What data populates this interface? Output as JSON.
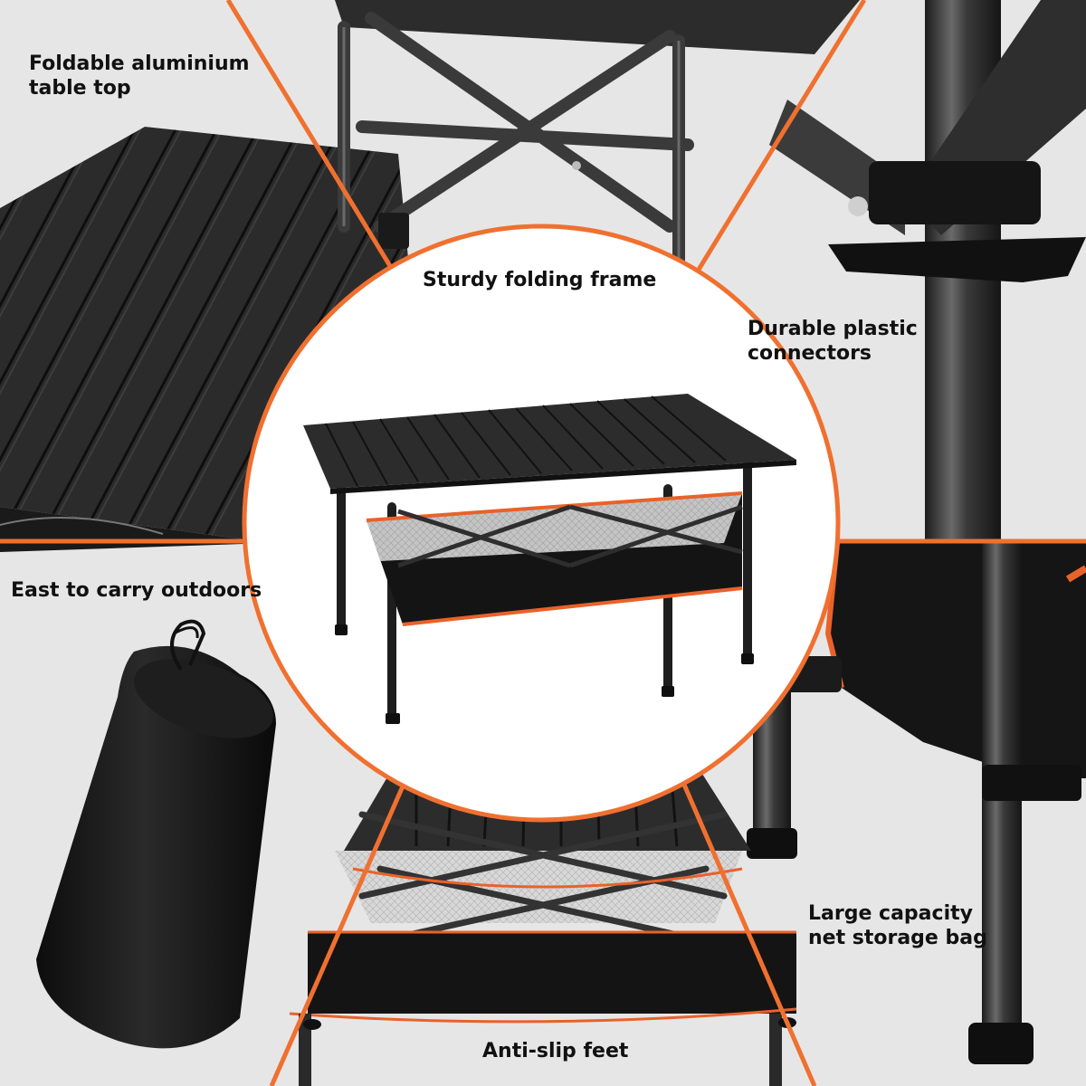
{
  "features": {
    "table_top": "Foldable aluminium table top",
    "table_top_line1": "Foldable aluminium",
    "table_top_line2": "table top",
    "frame": "Sturdy folding frame",
    "connectors_line1": "Durable plastic",
    "connectors_line2": "connectors",
    "carry": "East to carry outdoors",
    "net_bag_line1": "Large capacity",
    "net_bag_line2": "net storage bag",
    "feet": "Anti-slip feet"
  },
  "colors": {
    "background": "#e6e6e6",
    "divider": "#f07030",
    "product_dark": "#2a2a2a",
    "net_trim": "#e8622a"
  }
}
